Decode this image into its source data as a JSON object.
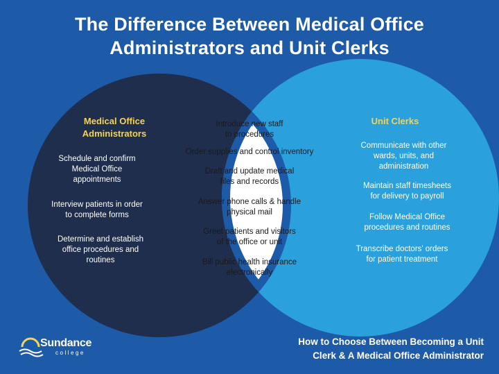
{
  "title": {
    "line1": "The Difference Between Medical Office",
    "line2": "Administrators and Unit Clerks"
  },
  "left": {
    "heading_line1": "Medical Office",
    "heading_line2": "Administrators",
    "items": [
      [
        "Schedule and confirm",
        "Medical Office",
        "appointments"
      ],
      [
        "Interview patients in order",
        "to complete forms"
      ],
      [
        "Determine and establish",
        "office procedures and",
        "routines"
      ]
    ]
  },
  "middle": {
    "items": [
      [
        "Introduce new staff",
        "to procedures"
      ],
      [
        "Order supplies and control inventory"
      ],
      [
        "Draft and update medical",
        "files and records"
      ],
      [
        "Answer phone calls & handle",
        "physical mail"
      ],
      [
        "Greet patients and visitors",
        "of the office or unit"
      ],
      [
        "Bill public health insurance",
        "electronically"
      ]
    ]
  },
  "right": {
    "heading": "Unit Clerks",
    "items": [
      [
        "Communicate with other",
        "wards, units, and",
        "administration"
      ],
      [
        "Maintain staff timesheets",
        "for delivery to payroll"
      ],
      [
        "Follow Medical Office",
        "procedures and routines"
      ],
      [
        "Transcribe doctors' orders",
        "for patient treatment"
      ]
    ]
  },
  "logo": {
    "name": "Sundance",
    "sub": "college"
  },
  "footer": {
    "line1": "How to Choose Between Becoming a Unit",
    "line2": "Clerk & A Medical Office Administrator"
  },
  "colors": {
    "background": "#1d5aa8",
    "left_circle": "#1f2e4d",
    "right_circle": "#2aa0dc",
    "overlap": "#ffffff",
    "heading_accent": "#f3d35b"
  }
}
